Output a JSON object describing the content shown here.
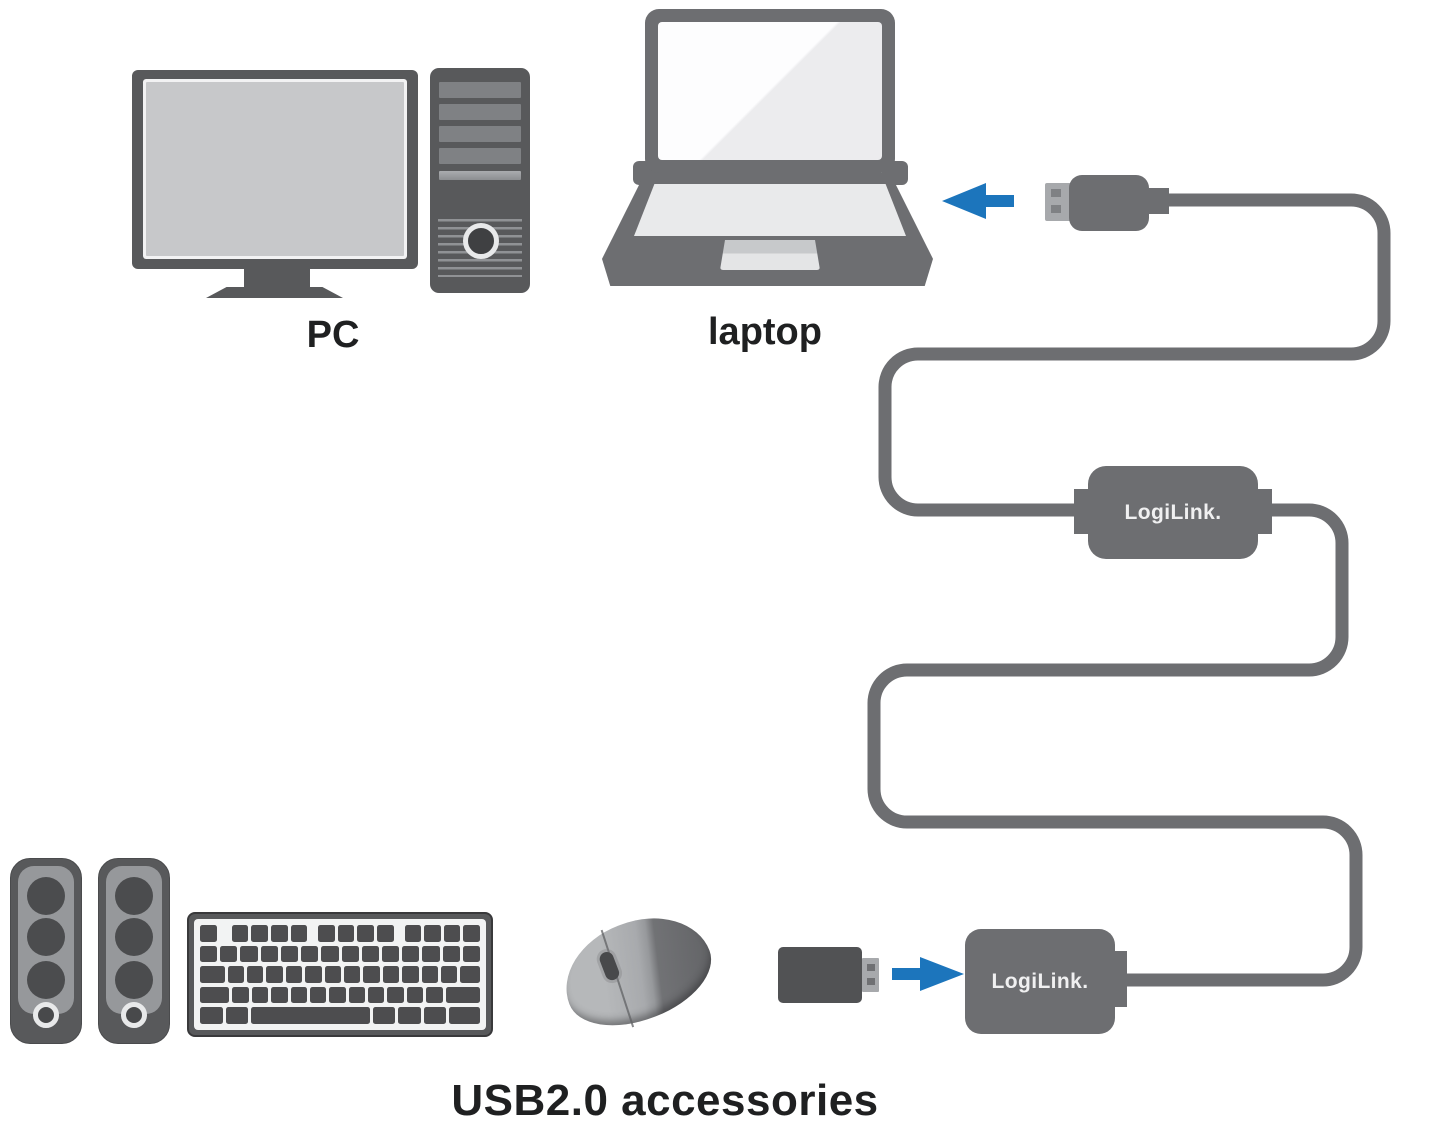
{
  "labels": {
    "pc": "PC",
    "laptop": "laptop",
    "accessories": "USB2.0 accessories"
  },
  "extender": {
    "brand": "LogiLink."
  },
  "receiver": {
    "brand": "LogiLink."
  },
  "palette": {
    "background": "#ffffff",
    "accent_blue": "#1c75bc",
    "device_dark": "#58595b",
    "device_mid": "#6d6e71",
    "metal_light": "#a7a9ac",
    "monitor_screen": "#c7c8ca",
    "panel_light": "#f2f3f3",
    "key_dark": "#4d4d4f",
    "speaker_inner": "#96989b",
    "label_text": "#1f2021",
    "brand_text": "#f0f0f1"
  },
  "icons": {
    "pc-monitor-icon": "css-shape monitor with stand",
    "pc-tower-icon": "css-shape tower with drive bays and power button",
    "laptop-icon": "css-shape open laptop",
    "usb-plug-icon": "css-shape USB-A plug on cable",
    "arrow-left-icon": "blue left-pointing arrow",
    "usb-extender-inline-box-icon": "rounded box on cable with brand",
    "usb-receiver-box-icon": "rounded box at cable end with brand",
    "usb-adapter-icon": "small USB-A dongle",
    "arrow-right-icon": "blue right-pointing arrow",
    "speaker-icon": "vertical speaker with three drivers",
    "keyboard-icon": "keyboard with key grid",
    "mouse-icon": "wireless mouse"
  }
}
